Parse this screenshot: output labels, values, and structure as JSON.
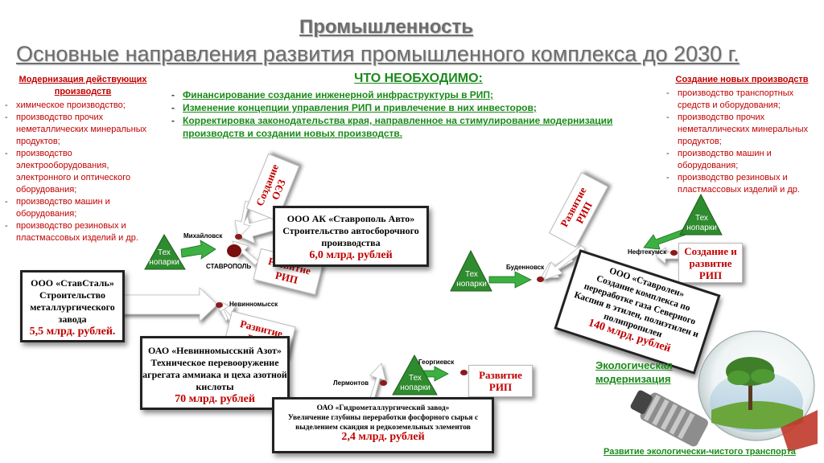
{
  "title": "Промышленность",
  "subtitle": "Основные направления развития промышленного комплекса до 2030 г.",
  "left_panel": {
    "heading": "Модернизация действующих производств",
    "items": [
      "химическое производство;",
      "производство прочих неметаллических минеральных продуктов;",
      "производство электрооборудования, электронного и оптического оборудования;",
      "производство машин и оборудования;",
      "производство резиновых и пластмассовых изделий и др."
    ]
  },
  "right_panel": {
    "heading": "Создание новых производств",
    "items": [
      "производство транспортных средств и оборудования;",
      "производство прочих неметаллических минеральных продуктов;",
      "производство машин и оборудования;",
      "производство резиновых и пластмассовых изделий и др."
    ]
  },
  "needs": {
    "heading": "ЧТО НЕОБХОДИМО:",
    "items": [
      "Финансирование создание инженерной инфраструктуры в РИП;",
      "Изменение концепции управления РИП и привлечение в них инвесторов;",
      "Корректировка законодательства края, направленное на стимулирование модернизации производств и создании новых производств."
    ]
  },
  "cities": {
    "mikhaylovsk": "Михайловск",
    "stavropol": "СТАВРОПОЛЬ",
    "nevinnomyssk": "Невинномысск",
    "budennovsk": "Буденновск",
    "neftekumsk": "Нефтекумск",
    "georgievsk": "Георгиевск",
    "lermontov": "Лермонтов"
  },
  "technoparks": {
    "label_line1": "Тех",
    "label_line2": "нопарки"
  },
  "tags": {
    "oez": "Создание ОЭЗ",
    "rip": "Развитие РИП",
    "create_rip": "Создание и развитие РИП"
  },
  "projects": {
    "stavropol_avto": {
      "name": "ООО АК «Ставрополь Авто»",
      "desc": "Строительство автосборочного производства",
      "amount": "6,0 млрд. рублей"
    },
    "stavstal": {
      "name": "ООО «СтавСталь»",
      "desc": "Строительство металлургического завода",
      "amount": "5,5 млрд. рублей."
    },
    "nevinnomyssk_azot": {
      "name": "ОАО «Невинномысский Азот»",
      "desc": "Техническое перевооружение агрегата аммиака и цеха азотной кислоты",
      "amount": "70 млрд. рублей"
    },
    "hydromet": {
      "name": "ОАО «Гидрометаллургический завод»",
      "desc": "Увеличение глубины переработки фосфорного сырья с выделением скандия и редкоземельных элементов",
      "amount": "2,4 млрд. рублей"
    },
    "stavrolen": {
      "name": "ООО «Ставролен»",
      "desc": "Создание комплекса по переработке газа Северного Каспия в этилен, полиэтилен и полипропилен",
      "amount": "140 млрд. рублей"
    }
  },
  "eco_modernization": "Экологическая модернизация",
  "eco_transport": "Развитие экологически-чистого транспорта",
  "colors": {
    "title_gray": "#6d6d6d",
    "accent_red": "#c00000",
    "accent_green": "#1a8a1a",
    "technopark_green": "#2e8b2e",
    "city_dot": "#8b1a1a"
  }
}
